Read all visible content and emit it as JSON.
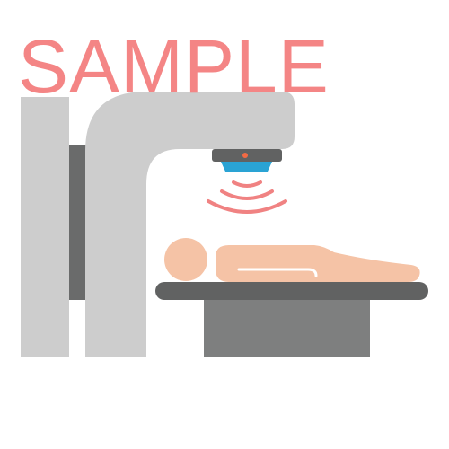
{
  "watermark": {
    "text": "SAMPLE"
  },
  "colors": {
    "machine_light_gray": "#cdcdcd",
    "machine_dark_gray": "#6a6b6b",
    "bed_dark": "#616262",
    "bed_base": "#7e7f7f",
    "beam_head_blue": "#2aa3d4",
    "beam_indicator": "#f36a44",
    "radiation_waves": "#f08282",
    "patient_skin": "#f5c3a6",
    "watermark": "#f47f7f"
  },
  "icons": {
    "machine": "radiotherapy-linear-accelerator",
    "patient": "lying-patient",
    "waves": "radiation-waves"
  }
}
